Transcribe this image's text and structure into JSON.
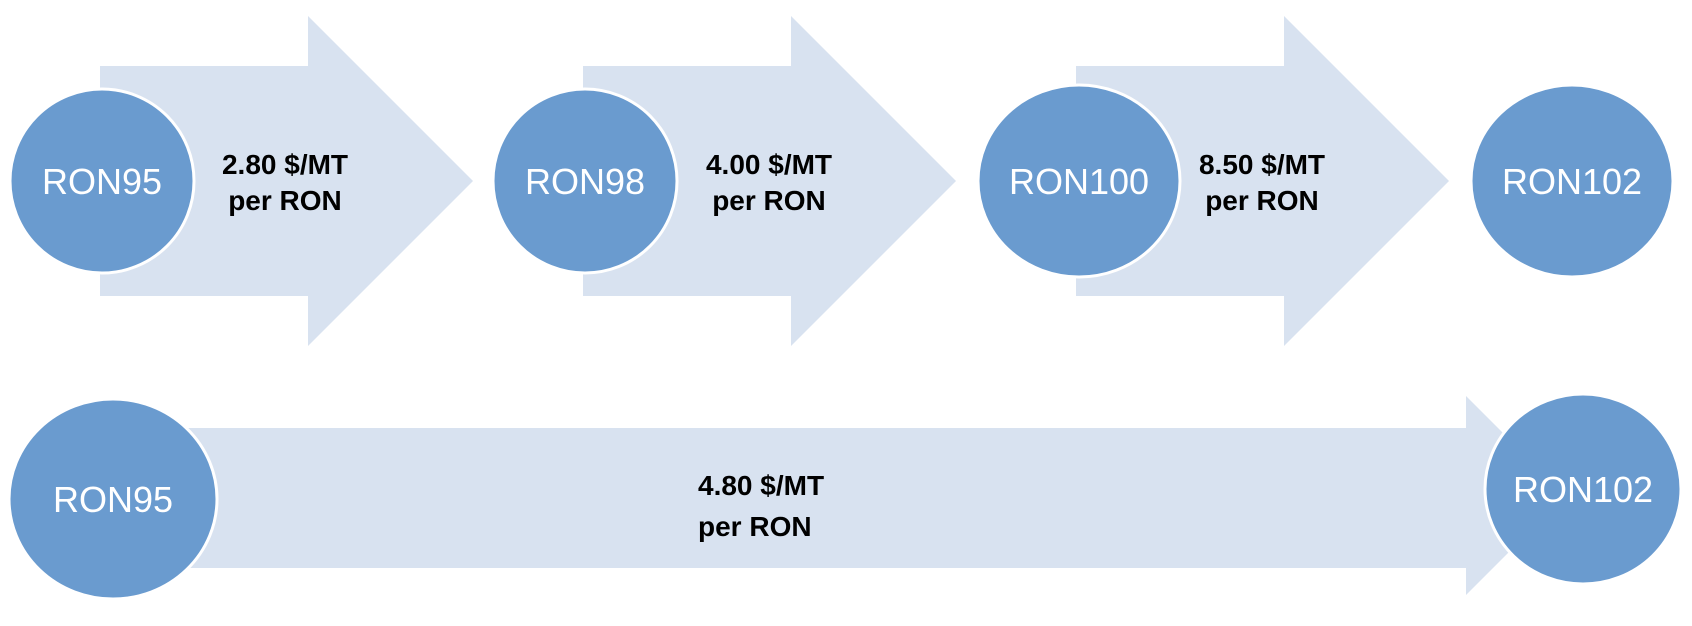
{
  "colors": {
    "node_fill": "#6a9bcf",
    "arrow_fill": "#d8e2f0",
    "node_text": "#ffffff",
    "arrow_text": "#000000"
  },
  "top_row": {
    "nodes": [
      "RON95",
      "RON98",
      "RON100",
      "RON102"
    ],
    "arrows": [
      {
        "line1": "2.80 $/MT",
        "line2": "per RON"
      },
      {
        "line1": "4.00 $/MT",
        "line2": "per RON"
      },
      {
        "line1": "8.50 $/MT",
        "line2": "per RON"
      }
    ]
  },
  "bottom_row": {
    "start_node": "RON95",
    "end_node": "RON102",
    "arrow": {
      "line1": "4.80 $/MT",
      "line2": "per RON"
    }
  }
}
